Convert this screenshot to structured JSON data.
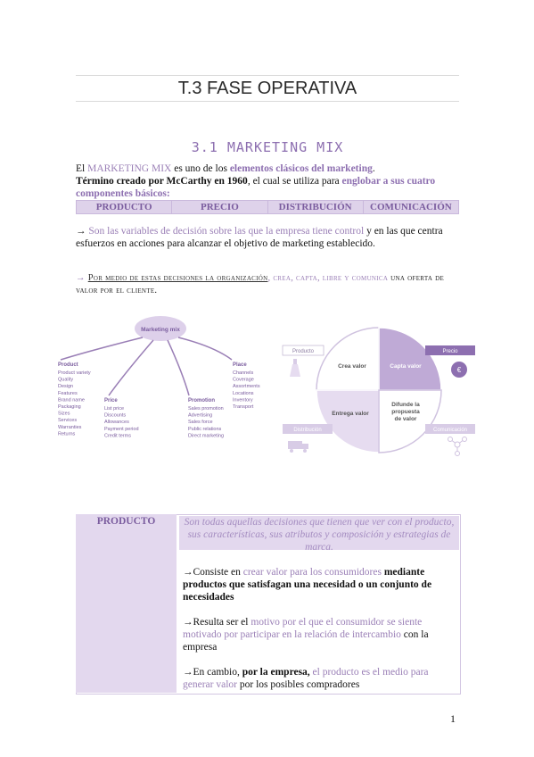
{
  "title": "T.3 FASE OPERATIVA",
  "subtitle": "3.1 MARKETING MIX",
  "intro": {
    "p1_a": "El ",
    "p1_b": "MARKETING MIX",
    "p1_c": " es uno de los ",
    "p1_d": "elementos clásicos del marketing",
    "p1_e": ".",
    "p2_a": "Término creado por McCarthy en 1960",
    "p2_b": ", el cual se utiliza para ",
    "p2_c": "englobar a sus cuatro componentes básicos",
    "p2_d": ":"
  },
  "components": [
    "PRODUCTO",
    "PRECIO",
    "DISTRIBUCIÓN",
    "COMUNICACIÓN"
  ],
  "para2": {
    "arrow": "→ ",
    "a": "Son las variables de decisión sobre las que la empresa tiene control",
    "b": " y en las que centra esfuerzos en acciones para alcanzar el objetivo de marketing establecido."
  },
  "para3": {
    "arrow": "→ ",
    "a": "Por medio de estas decisiones la organización",
    "b": ", crea, capta, libre y comunica",
    "c": " una oferta de valor por el cliente",
    "d": "."
  },
  "diagram": {
    "center": "Marketing mix",
    "product": {
      "title": "Product",
      "items": [
        "Product variety",
        "Quality",
        "Design",
        "Features",
        "Brand name",
        "Packaging",
        "Sizes",
        "Services",
        "Warranties",
        "Returns"
      ]
    },
    "price": {
      "title": "Price",
      "items": [
        "List price",
        "Discounts",
        "Allowances",
        "Payment period",
        "Credit terms"
      ]
    },
    "promotion": {
      "title": "Promotion",
      "items": [
        "Sales promotion",
        "Advertising",
        "Sales force",
        "Public relations",
        "Direct marketing"
      ]
    },
    "place": {
      "title": "Place",
      "items": [
        "Channels",
        "Coverage",
        "Assortments",
        "Locations",
        "Inventory",
        "Transport"
      ]
    }
  },
  "value_circle": {
    "crea": "Crea valor",
    "capta": "Capta valor",
    "entrega": "Entrega valor",
    "difunde_1": "Difunde la",
    "difunde_2": "propuesta",
    "difunde_3": "de valor",
    "tag_producto": "Producto",
    "tag_precio": "Precio",
    "tag_distribucion": "Distribución",
    "tag_comunicacion": "Comunicación"
  },
  "producto_table": {
    "label": "PRODUCTO",
    "definition": "Son todas aquellas decisiones que tienen que ver con el producto, sus características, sus atributos y composición y estrategias de marca.",
    "b1": {
      "arrow": "→",
      "a": "Consiste en ",
      "b": "crear valor para los consumidores",
      "c": " mediante productos que satisfagan una necesidad o un conjunto de necesidades"
    },
    "b2": {
      "arrow": "→",
      "a": "Resulta ser el ",
      "b": "motivo por el que el consumidor se siente motivado por participar en la relación de intercambio",
      "c": " con la empresa"
    },
    "b3": {
      "arrow": "→",
      "a": "En cambio, ",
      "b": "por la empresa,",
      "c": " el producto es el medio para generar valor",
      "d": " por los posibles compradores"
    }
  },
  "page_number": "1",
  "colors": {
    "accent": "#8d6fb0",
    "light": "#e3d8ee"
  }
}
